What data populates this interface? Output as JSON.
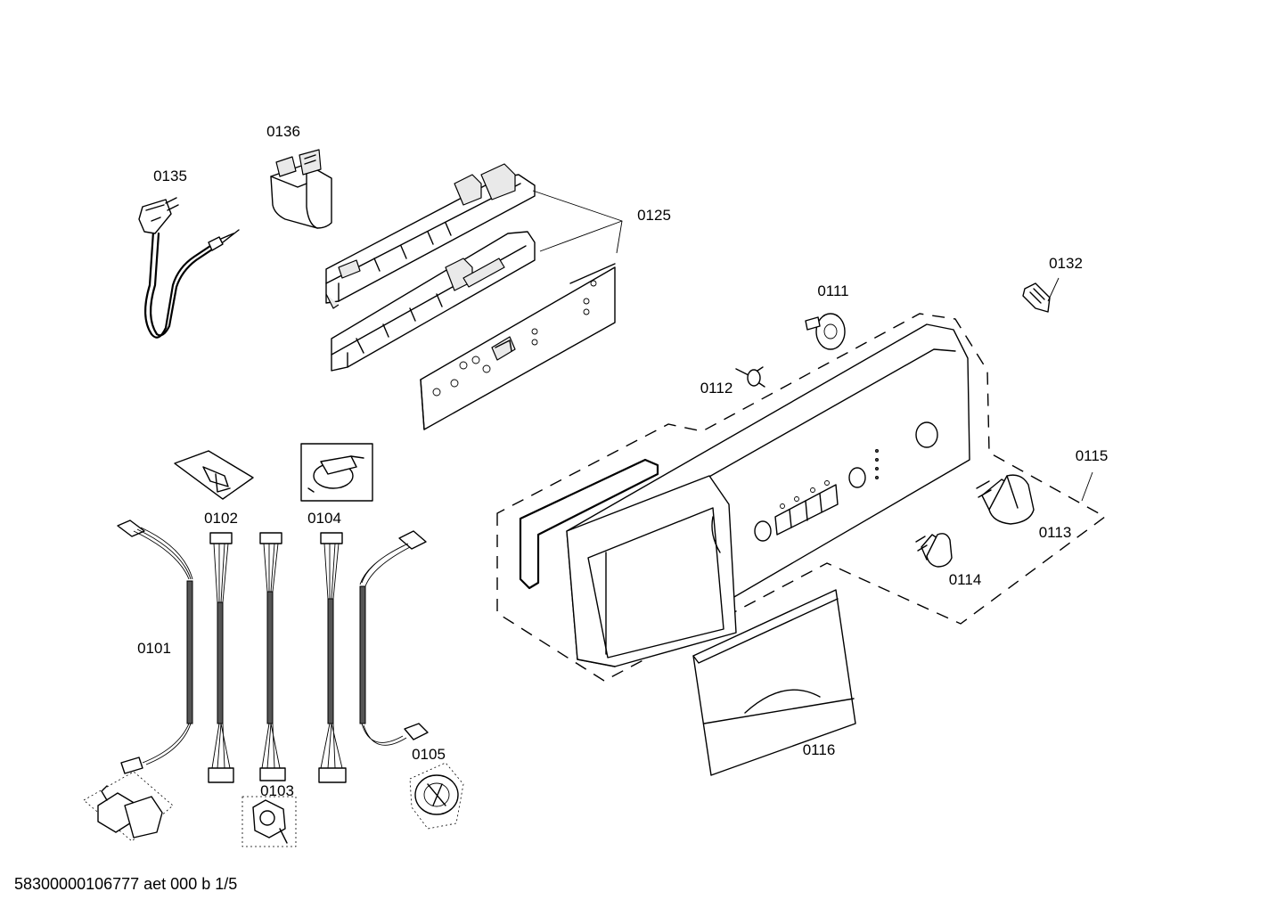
{
  "diagram": {
    "labels": {
      "p0101": "0101",
      "p0102": "0102",
      "p0103": "0103",
      "p0104": "0104",
      "p0105": "0105",
      "p0111": "0111",
      "p0112": "0112",
      "p0113": "0113",
      "p0114": "0114",
      "p0115": "0115",
      "p0116": "0116",
      "p0125": "0125",
      "p0132": "0132",
      "p0135": "0135",
      "p0136": "0136"
    },
    "footer": "58300000106777 aet 000 b 1/5"
  }
}
